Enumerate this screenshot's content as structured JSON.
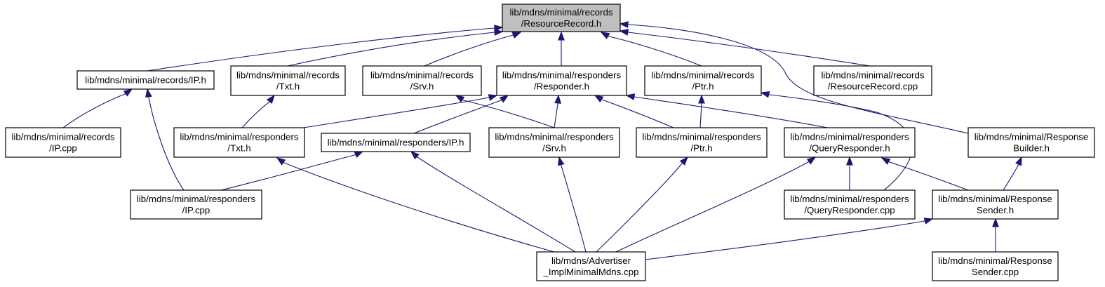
{
  "colors": {
    "edge": "#191970",
    "node_fill": "#ffffff",
    "focus_fill": "#bfbfbf",
    "border": "#000000"
  },
  "nodes": [
    {
      "id": "resource_record_h",
      "lines": [
        "lib/mdns/minimal/records",
        "/ResourceRecord.h"
      ],
      "focus": true
    },
    {
      "id": "records_ip_h",
      "lines": [
        "lib/mdns/minimal/records/IP.h"
      ]
    },
    {
      "id": "records_txt_h",
      "lines": [
        "lib/mdns/minimal/records",
        "/Txt.h"
      ]
    },
    {
      "id": "records_srv_h",
      "lines": [
        "lib/mdns/minimal/records",
        "/Srv.h"
      ]
    },
    {
      "id": "responders_responder_h",
      "lines": [
        "lib/mdns/minimal/responders",
        "/Responder.h"
      ]
    },
    {
      "id": "records_ptr_h",
      "lines": [
        "lib/mdns/minimal/records",
        "/Ptr.h"
      ]
    },
    {
      "id": "records_resource_record_cpp",
      "lines": [
        "lib/mdns/minimal/records",
        "/ResourceRecord.cpp"
      ]
    },
    {
      "id": "records_ip_cpp",
      "lines": [
        "lib/mdns/minimal/records",
        "/IP.cpp"
      ]
    },
    {
      "id": "responders_txt_h",
      "lines": [
        "lib/mdns/minimal/responders",
        "/Txt.h"
      ]
    },
    {
      "id": "responders_ip_h",
      "lines": [
        "lib/mdns/minimal/responders/IP.h"
      ]
    },
    {
      "id": "responders_srv_h",
      "lines": [
        "lib/mdns/minimal/responders",
        "/Srv.h"
      ]
    },
    {
      "id": "responders_ptr_h",
      "lines": [
        "lib/mdns/minimal/responders",
        "/Ptr.h"
      ]
    },
    {
      "id": "responders_query_responder_h",
      "lines": [
        "lib/mdns/minimal/responders",
        "/QueryResponder.h"
      ]
    },
    {
      "id": "response_builder_h",
      "lines": [
        "lib/mdns/minimal/Response",
        "Builder.h"
      ]
    },
    {
      "id": "responders_ip_cpp",
      "lines": [
        "lib/mdns/minimal/responders",
        "/IP.cpp"
      ]
    },
    {
      "id": "responders_query_responder_cpp",
      "lines": [
        "lib/mdns/minimal/responders",
        "/QueryResponder.cpp"
      ]
    },
    {
      "id": "response_sender_h",
      "lines": [
        "lib/mdns/minimal/Response",
        "Sender.h"
      ]
    },
    {
      "id": "advertiser_impl_minimal_mdns_cpp",
      "lines": [
        "lib/mdns/Advertiser",
        "_ImplMinimalMdns.cpp"
      ]
    },
    {
      "id": "response_sender_cpp",
      "lines": [
        "lib/mdns/minimal/Response",
        "Sender.cpp"
      ]
    }
  ],
  "edges": [
    {
      "from": "records_ip_h",
      "to": "resource_record_h"
    },
    {
      "from": "records_txt_h",
      "to": "resource_record_h"
    },
    {
      "from": "records_srv_h",
      "to": "resource_record_h"
    },
    {
      "from": "responders_responder_h",
      "to": "resource_record_h"
    },
    {
      "from": "records_ptr_h",
      "to": "resource_record_h"
    },
    {
      "from": "records_resource_record_cpp",
      "to": "resource_record_h"
    },
    {
      "from": "response_builder_h",
      "to": "resource_record_h"
    },
    {
      "from": "records_ip_cpp",
      "to": "records_ip_h"
    },
    {
      "from": "responders_ip_cpp",
      "to": "records_ip_h"
    },
    {
      "from": "responders_txt_h",
      "to": "records_txt_h"
    },
    {
      "from": "responders_srv_h",
      "to": "records_srv_h"
    },
    {
      "from": "responders_txt_h",
      "to": "responders_responder_h"
    },
    {
      "from": "responders_ip_h",
      "to": "responders_responder_h"
    },
    {
      "from": "responders_srv_h",
      "to": "responders_responder_h"
    },
    {
      "from": "responders_ptr_h",
      "to": "responders_responder_h"
    },
    {
      "from": "responders_query_responder_h",
      "to": "responders_responder_h"
    },
    {
      "from": "responders_ptr_h",
      "to": "records_ptr_h"
    },
    {
      "from": "responders_query_responder_cpp",
      "to": "records_ptr_h"
    },
    {
      "from": "responders_ip_cpp",
      "to": "responders_ip_h"
    },
    {
      "from": "advertiser_impl_minimal_mdns_cpp",
      "to": "responders_txt_h"
    },
    {
      "from": "advertiser_impl_minimal_mdns_cpp",
      "to": "responders_ip_h"
    },
    {
      "from": "advertiser_impl_minimal_mdns_cpp",
      "to": "responders_srv_h"
    },
    {
      "from": "advertiser_impl_minimal_mdns_cpp",
      "to": "responders_ptr_h"
    },
    {
      "from": "advertiser_impl_minimal_mdns_cpp",
      "to": "responders_query_responder_h"
    },
    {
      "from": "responders_query_responder_cpp",
      "to": "responders_query_responder_h"
    },
    {
      "from": "response_sender_h",
      "to": "responders_query_responder_h"
    },
    {
      "from": "response_sender_h",
      "to": "response_builder_h"
    },
    {
      "from": "advertiser_impl_minimal_mdns_cpp",
      "to": "response_sender_h"
    },
    {
      "from": "response_sender_cpp",
      "to": "response_sender_h"
    }
  ]
}
